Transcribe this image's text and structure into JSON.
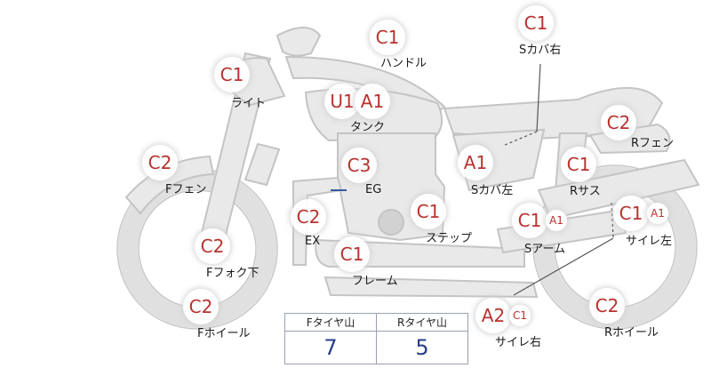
{
  "parts": [
    {
      "id": "handle",
      "codes": [
        "C1"
      ],
      "label": "ハンドル"
    },
    {
      "id": "s-cover-right",
      "codes": [
        "C1"
      ],
      "label": "Sカバ右"
    },
    {
      "id": "light",
      "codes": [
        "C1"
      ],
      "label": "ライト"
    },
    {
      "id": "tank",
      "codes": [
        "U1",
        "A1"
      ],
      "label": "タンク"
    },
    {
      "id": "r-fender",
      "codes": [
        "C2"
      ],
      "label": "Rフェン"
    },
    {
      "id": "f-fender",
      "codes": [
        "C2"
      ],
      "label": "Fフェン"
    },
    {
      "id": "engine",
      "codes": [
        "C3"
      ],
      "label": "EG"
    },
    {
      "id": "s-cover-left",
      "codes": [
        "A1"
      ],
      "label": "Sカバ左"
    },
    {
      "id": "r-suspension",
      "codes": [
        "C1"
      ],
      "label": "Rサス"
    },
    {
      "id": "exhaust",
      "codes": [
        "C2"
      ],
      "label": "EX"
    },
    {
      "id": "step",
      "codes": [
        "C1"
      ],
      "label": "ステップ"
    },
    {
      "id": "swing-arm",
      "codes": [
        "C1"
      ],
      "sub": "A1",
      "label": "Sアーム"
    },
    {
      "id": "muffler-left",
      "codes": [
        "C1"
      ],
      "sub": "A1",
      "label": "サイレ左"
    },
    {
      "id": "f-fork-lower",
      "codes": [
        "C2"
      ],
      "label": "Fフォク下"
    },
    {
      "id": "frame",
      "codes": [
        "C1"
      ],
      "label": "フレーム"
    },
    {
      "id": "f-wheel",
      "codes": [
        "C2"
      ],
      "label": "Fホイール"
    },
    {
      "id": "muffler-right",
      "codes": [
        "A2"
      ],
      "sub": "C1",
      "label": "サイレ右"
    },
    {
      "id": "r-wheel",
      "codes": [
        "C2"
      ],
      "label": "Rホイール"
    }
  ],
  "tire_table": {
    "headers": [
      "Fタイヤ山",
      "Rタイヤ山"
    ],
    "values": [
      "7",
      "5"
    ]
  },
  "colors": {
    "code": "#b8322e",
    "tire_value": "#2a3d8a",
    "silhouette": "#e9e9e9",
    "outline": "#c2c2c2"
  }
}
